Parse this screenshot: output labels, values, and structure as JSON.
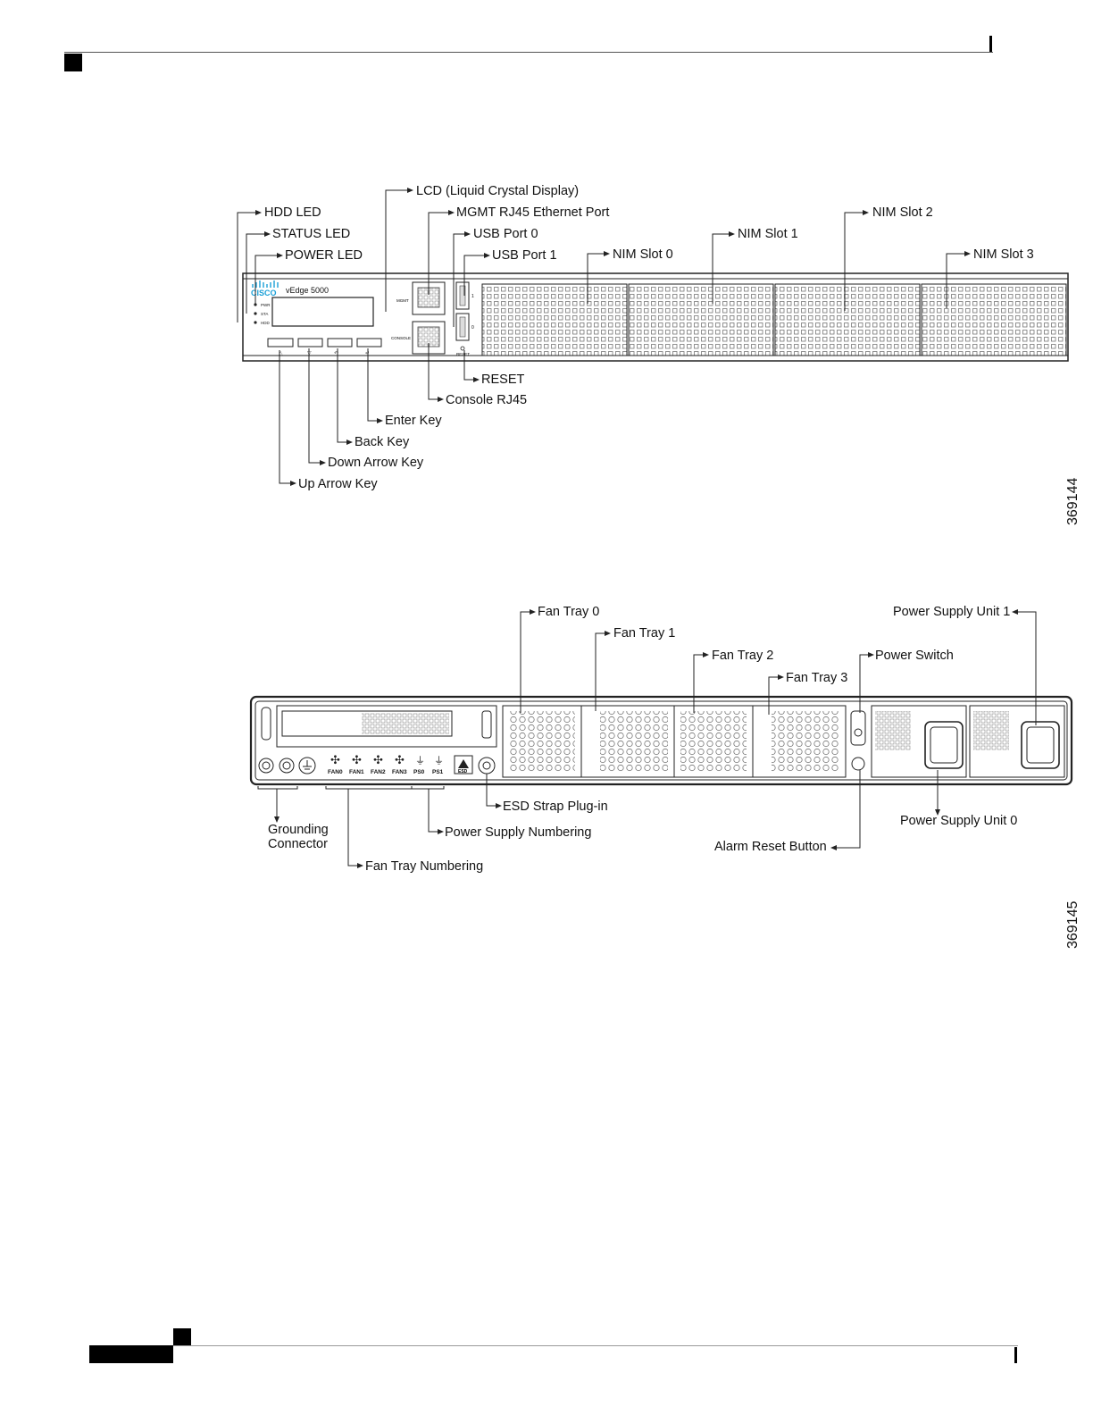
{
  "figure_ids": [
    "369144",
    "369145"
  ],
  "front_panel": {
    "device_model": "vEdge 5000",
    "brand": "CISCO",
    "led_labels": [
      "PWR",
      "STA",
      "HDD"
    ],
    "port_labels": {
      "mgmt": "MGMT",
      "console": "CONSOLE",
      "reset": "RESET",
      "usb1": "1",
      "usb0": "0"
    },
    "callouts": {
      "lcd": "LCD (Liquid Crystal Display)",
      "hdd_led": "HDD LED",
      "mgmt_port": "MGMT RJ45 Ethernet Port",
      "nim_slot_2": "NIM Slot 2",
      "status_led": "STATUS LED",
      "usb_port_0": "USB Port 0",
      "nim_slot_1": "NIM Slot 1",
      "power_led": "POWER LED",
      "usb_port_1": "USB Port 1",
      "nim_slot_0": "NIM Slot 0",
      "nim_slot_3": "NIM Slot 3",
      "reset": "RESET",
      "console_rj45": "Console RJ45",
      "enter_key": "Enter Key",
      "back_key": "Back Key",
      "down_arrow_key": "Down Arrow Key",
      "up_arrow_key": "Up Arrow Key"
    }
  },
  "rear_panel": {
    "status_labels": [
      "FAN0",
      "FAN1",
      "FAN2",
      "FAN3",
      "PS0",
      "PS1"
    ],
    "esd_label": "ESD",
    "callouts": {
      "fan_tray_0": "Fan Tray 0",
      "fan_tray_1": "Fan Tray 1",
      "fan_tray_2": "Fan Tray 2",
      "fan_tray_3": "Fan Tray 3",
      "power_supply_unit_1": "Power Supply Unit 1",
      "power_switch": "Power Switch",
      "grounding_connector_line1": "Grounding",
      "grounding_connector_line2": "Connector",
      "esd_strap": "ESD Strap Plug-in",
      "power_supply_numbering": "Power Supply Numbering",
      "fan_tray_numbering": "Fan Tray Numbering",
      "power_supply_unit_0": "Power Supply Unit 0",
      "alarm_reset_button": "Alarm Reset Button"
    }
  },
  "colors": {
    "line": "#222222",
    "panel_fill": "#f4f4f4",
    "brand": "#1ba0d7"
  }
}
